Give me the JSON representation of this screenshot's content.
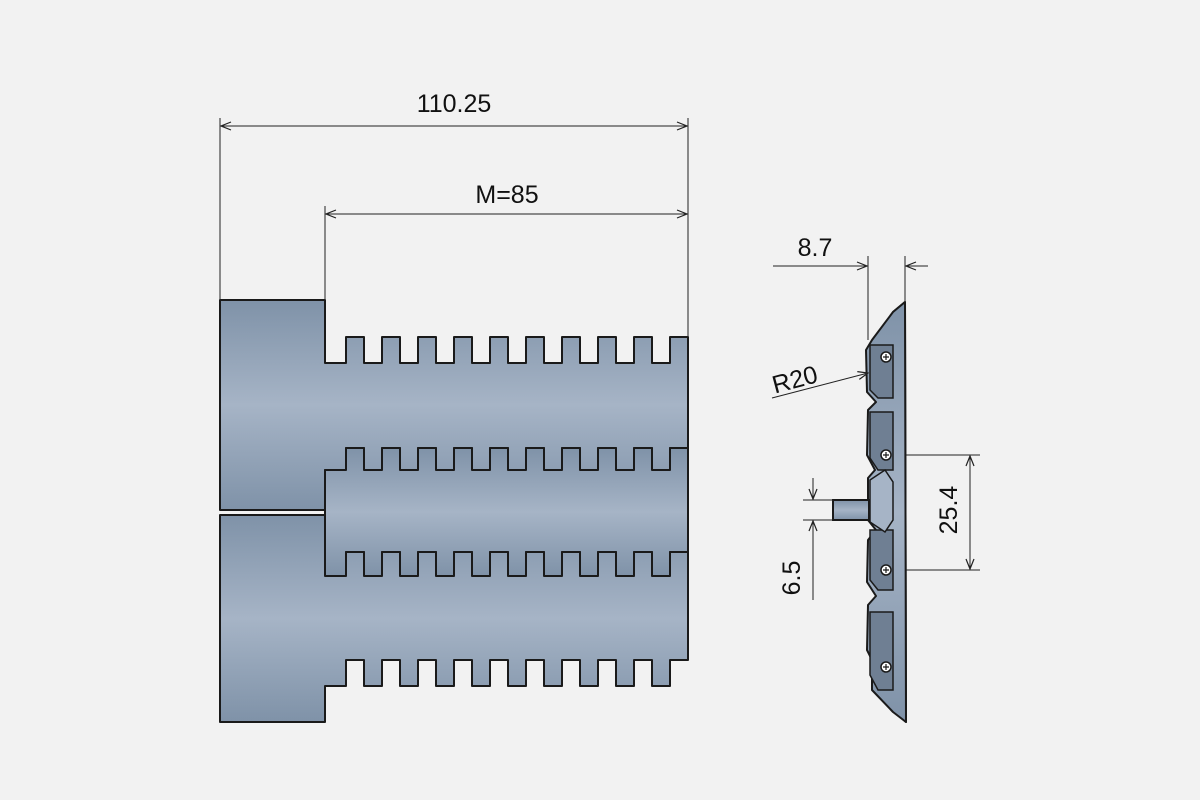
{
  "dimensions": {
    "overall_width": "110.25",
    "module_width": "M=85",
    "thickness": "8.7",
    "radius": "R20",
    "pitch": "25.4",
    "pin_offset": "6.5"
  },
  "colors": {
    "background": "#f2f2f2",
    "part_fill": "#8fa0b5",
    "part_dark": "#5d6b7b",
    "outline": "#1a1a1a"
  }
}
